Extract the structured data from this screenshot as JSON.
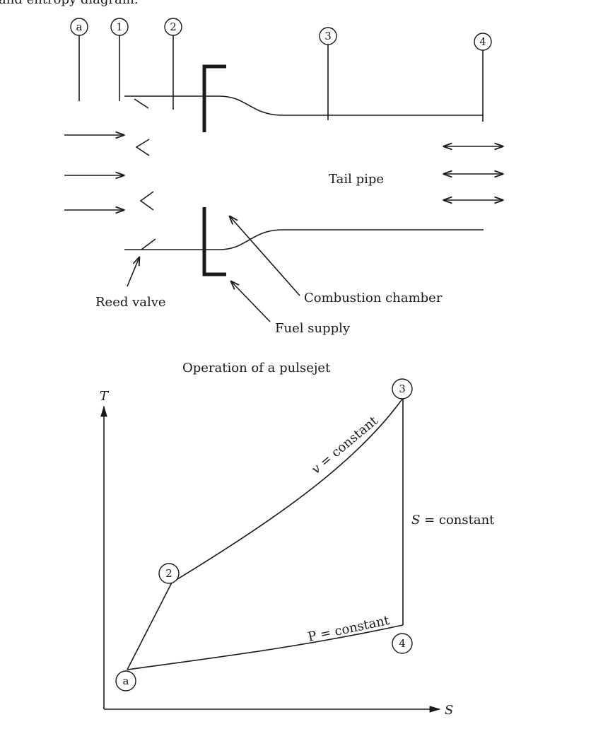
{
  "top_fragment": "and entropy diagram.",
  "engine": {
    "stations": {
      "a": "a",
      "s1": "1",
      "s2": "2",
      "s3": "3",
      "s4": "4"
    },
    "labels": {
      "tail_pipe": "Tail pipe",
      "reed_valve": "Reed valve",
      "combustion_chamber": "Combustion chamber",
      "fuel_supply": "Fuel supply"
    },
    "caption": "Operation of a pulsejet"
  },
  "ts_diagram": {
    "y_axis": "T",
    "x_axis": "S",
    "points": {
      "a": "a",
      "p2": "2",
      "p3": "3",
      "p4": "4"
    },
    "curves": {
      "v_const_var": "v",
      "v_const_rest": " = constant",
      "s_const_var": "S",
      "s_const_rest": " = constant",
      "p_const": "P = constant"
    }
  }
}
